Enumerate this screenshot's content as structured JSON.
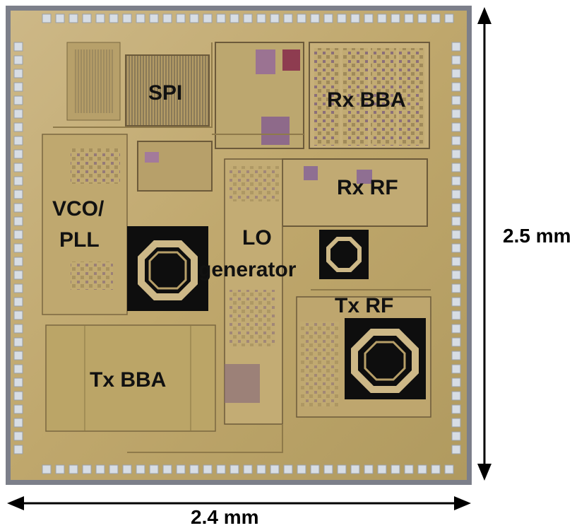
{
  "blocks": {
    "spi": "SPI",
    "rx_bba": "Rx BBA",
    "rx_rf": "Rx RF",
    "vco_pll_line1": "VCO/",
    "vco_pll_line2": "PLL",
    "lo_line1": "LO",
    "lo_line2": "generator",
    "tx_rf": "Tx RF",
    "tx_bba": "Tx BBA"
  },
  "dimensions": {
    "height": "2.5 mm",
    "width": "2.4 mm"
  },
  "colors": {
    "die_gold": "#c9b27a",
    "pad_color": "#d7dde4",
    "inductor_core": "#101010"
  }
}
